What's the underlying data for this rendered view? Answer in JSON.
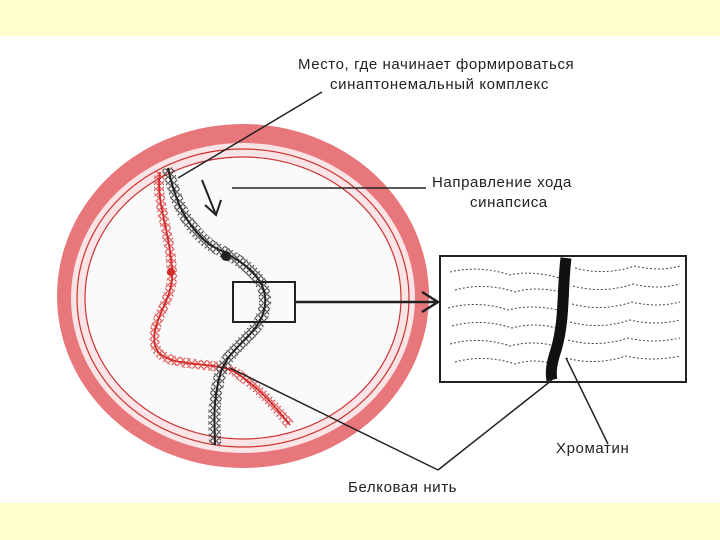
{
  "labels": {
    "sc_start_line1": "Место, где начинает формироваться",
    "sc_start_line2": "синаптонемальный комплекс",
    "synapsis_dir_line1": "Направление хода",
    "synapsis_dir_line2": "синапсиса",
    "chromatin": "Хроматин",
    "protein_thread": "Белковая нить"
  },
  "colors": {
    "background": "#ffffcc",
    "panel": "#ffffff",
    "nuclear_envelope": "#e8777c",
    "chromosome_red": "#d42a2a",
    "chromosome_black": "#222222"
  }
}
